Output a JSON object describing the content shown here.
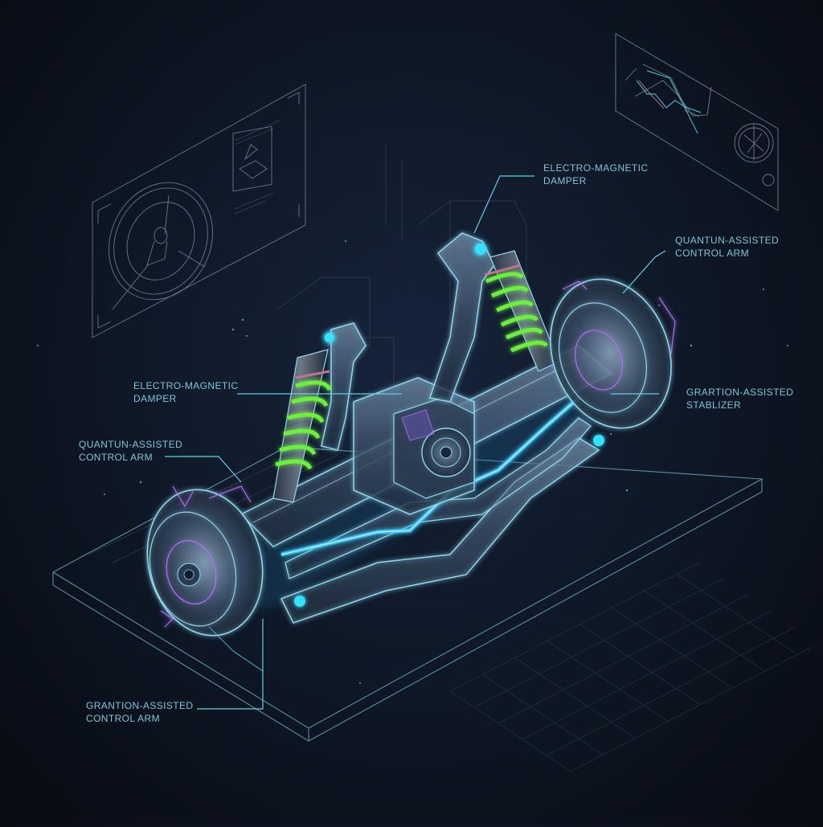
{
  "diagram": {
    "subject": "Isometric holographic suspension axle assembly",
    "colors": {
      "background": "#0b111c",
      "wireframe": "#7fd6ee",
      "glow": "#38c8ff",
      "spring": "#6cf03c",
      "accent_violet": "#b070f0",
      "label_text": "#7cc6d6",
      "panel_line": "#5a7a8c"
    },
    "callouts": [
      {
        "id": "top-damper",
        "line1": "ELECTRO-MAGNETIC",
        "line2": "DAMPER"
      },
      {
        "id": "right-control-arm",
        "line1": "QUANTUN-ASSISTED",
        "line2": "CONTROL ARM"
      },
      {
        "id": "right-stabilizer",
        "line1": "GRARTION-ASSISTED",
        "line2": "STABLIZER"
      },
      {
        "id": "left-damper",
        "line1": "ELECTRO-MAGNETIC",
        "line2": "DAMPER"
      },
      {
        "id": "left-control-arm",
        "line1": "QUANTUN-ASSISTED",
        "line2": "CONTROL ARM"
      },
      {
        "id": "bottom-control-arm",
        "line1": "GRANTION-ASSISTED",
        "line2": "CONTROL ARM"
      }
    ],
    "panels": [
      {
        "id": "left-schematic-panel",
        "content": "wheel hub blueprint with component detail inset"
      },
      {
        "id": "right-graph-panel",
        "content": "line graph with circular gauge"
      }
    ]
  }
}
